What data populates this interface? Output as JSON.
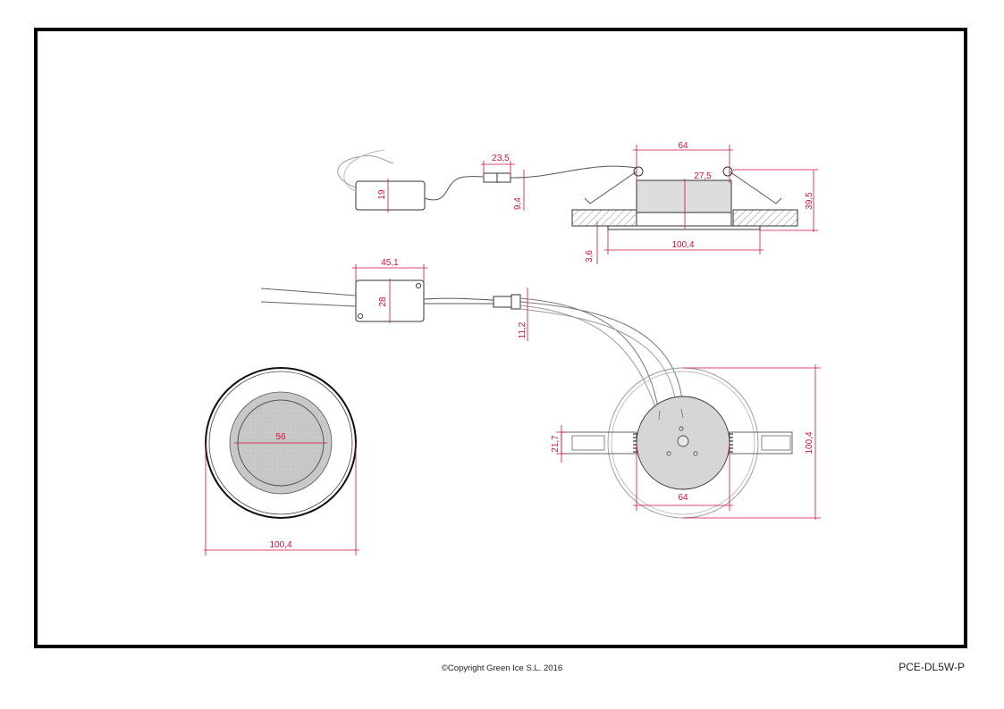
{
  "footer": {
    "copyright": "©Copyright Green Ice S.L. 2016",
    "product_code": "PCE-DL5W-P"
  },
  "dimensions": {
    "side_width": "64",
    "side_body_height": "27,5",
    "side_total_height": "39,5",
    "side_flange_diameter": "100,4",
    "side_flange_thickness": "3,6",
    "side_connector_length": "23,5",
    "side_connector_height": "9,4",
    "side_driver_height": "19",
    "top_driver_length": "45,1",
    "top_driver_width": "28",
    "top_connector_width": "11,2",
    "front_lens_diameter": "56",
    "front_outer_diameter": "100,4",
    "back_clip_width": "21,7",
    "back_body_diameter": "64",
    "back_outer_diameter": "100,4"
  },
  "colors": {
    "dimension": "#d0103a",
    "outline": "#222222",
    "frame": "#000000"
  }
}
